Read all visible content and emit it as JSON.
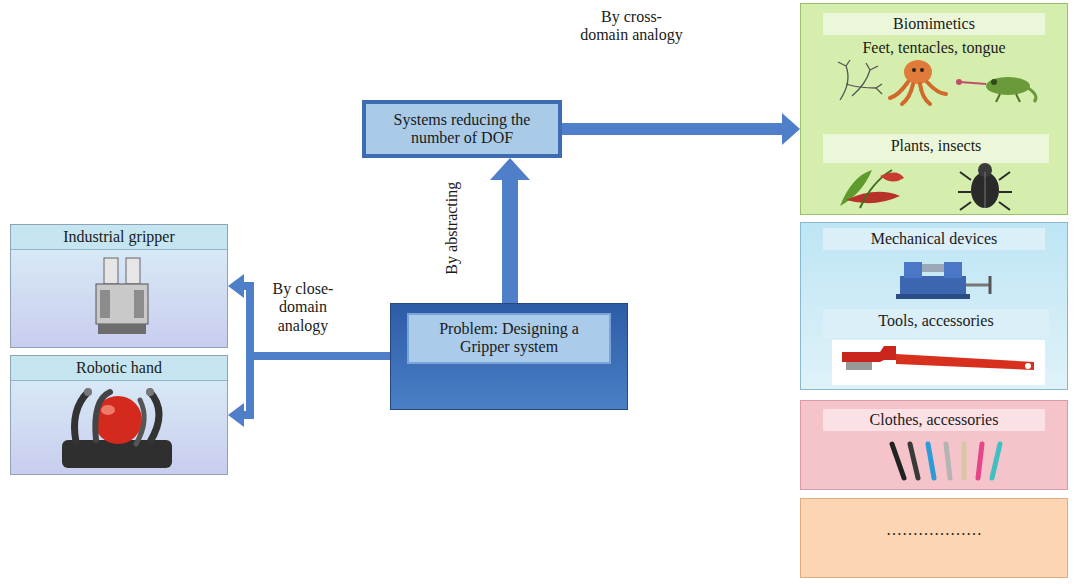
{
  "diagram": {
    "nodes": [
      {
        "text": [
          "Systems reducing the number of DOF"
        ]
      },
      {
        "text": [
          "Problem: Designing a Gripper system"
        ]
      },
      {
        "text": [
          "Industrial gripper"
        ]
      },
      {
        "text": [
          "Robotic hand"
        ]
      },
      {
        "text": [
          "Biomimetics",
          "Feet, tentacles, tongue"
        ]
      },
      {
        "text": [
          "Plants, insects"
        ],
        "in": 4
      },
      {
        "text": [
          "Mechanical devices"
        ]
      },
      {
        "text": [
          "Tools, accessories"
        ],
        "in": 6
      },
      {
        "text": [
          "Clothes, accessories"
        ]
      },
      {
        "text": [
          "………………"
        ]
      }
    ],
    "edges": [
      {
        "from": 1,
        "to": 0,
        "arrow": "to",
        "label": "By abstracting"
      },
      {
        "from": 1,
        "to": 2,
        "arrow": "to",
        "label": "By close- domain analogy"
      },
      {
        "from": 1,
        "to": 3,
        "arrow": "to"
      },
      {
        "from": 0,
        "to": 4,
        "arrow": "to",
        "label": "By cross- domain analogy"
      }
    ]
  }
}
